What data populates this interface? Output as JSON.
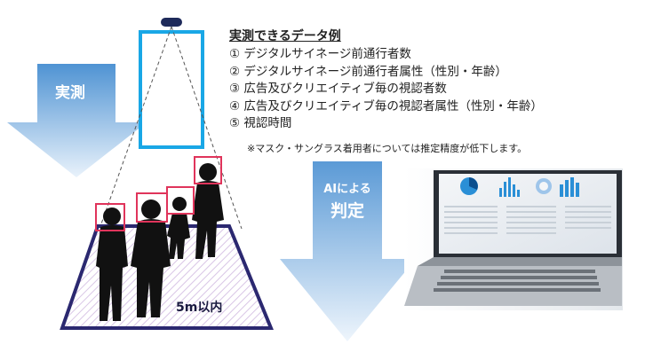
{
  "left_label": "実測",
  "ai_label_line1": "AIによる",
  "ai_label_line2": "判定",
  "title": "実測できるデータ例",
  "items": [
    "① デジタルサイネージ前通行者数",
    "② デジタルサイネージ前通行者属性（性別・年齢）",
    "③ 広告及びクリエイティブ毎の視認者数",
    "④ 広告及びクリエイティブ毎の視認者属性（性別・年齢）",
    "⑤ 視認時間"
  ],
  "note": "※マスク・サングラス着用者については推定精度が低下します。",
  "distance_label": "5m以内",
  "colors": {
    "arrow_top": "#4f93d3",
    "arrow_bottom": "#e6f0fa",
    "signage_border": "#19a7e6",
    "camera": "#1e2a5a",
    "floor_border": "#2b2870",
    "face_box": "#e0345b",
    "silhouette": "#111111"
  },
  "icons": [
    "down-arrow-icon",
    "camera-icon",
    "laptop-icon",
    "pie-chart-icon",
    "bar-chart-icon"
  ]
}
